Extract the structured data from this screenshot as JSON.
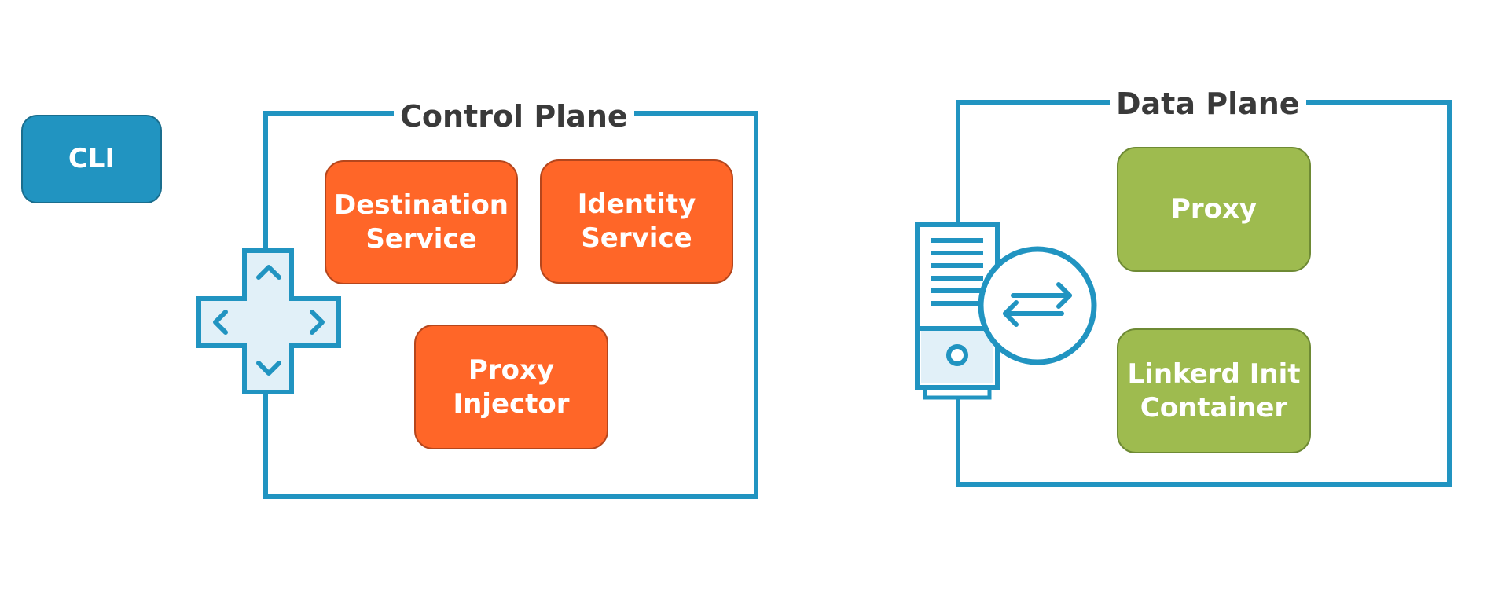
{
  "colors": {
    "accent_blue": "#2194C1",
    "icon_fill": "#E1F0F8",
    "control_service_orange": "#FF6628",
    "data_plane_green": "#9EBB4F",
    "title_text": "#3A3A3A"
  },
  "cli": {
    "label": "CLI"
  },
  "control_plane": {
    "title": "Control Plane",
    "icon": "dpad-controller-icon",
    "services": [
      {
        "label": "Destination\nService"
      },
      {
        "label": "Identity\nService"
      },
      {
        "label": "Proxy\nInjector"
      }
    ]
  },
  "data_plane": {
    "title": "Data Plane",
    "icon": "server-exchange-icon",
    "components": [
      {
        "label": "Proxy"
      },
      {
        "label": "Linkerd Init\nContainer"
      }
    ]
  }
}
